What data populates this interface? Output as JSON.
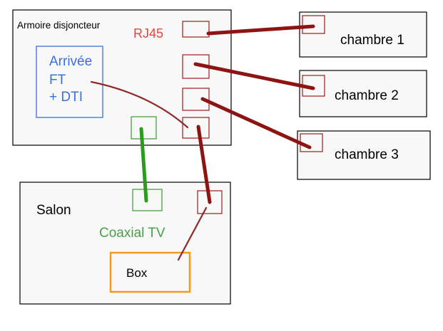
{
  "cabinet": {
    "title": "Armoire disjoncteur",
    "rj45_label": "RJ45",
    "incoming_lines": [
      "Arrivée",
      "FT",
      "+ DTI"
    ]
  },
  "rooms": [
    {
      "label": "chambre 1"
    },
    {
      "label": "chambre 2"
    },
    {
      "label": "chambre 3"
    }
  ],
  "salon": {
    "title": "Salon",
    "coax_label": "Coaxial TV",
    "box_label": "Box"
  },
  "colors": {
    "rj45_red": "#e8423a",
    "coax_green": "#4aa04a",
    "incoming_blue": "#3b6fe0",
    "box_orange": "#f39b1a",
    "cable_dark_red": "#8e1414"
  }
}
